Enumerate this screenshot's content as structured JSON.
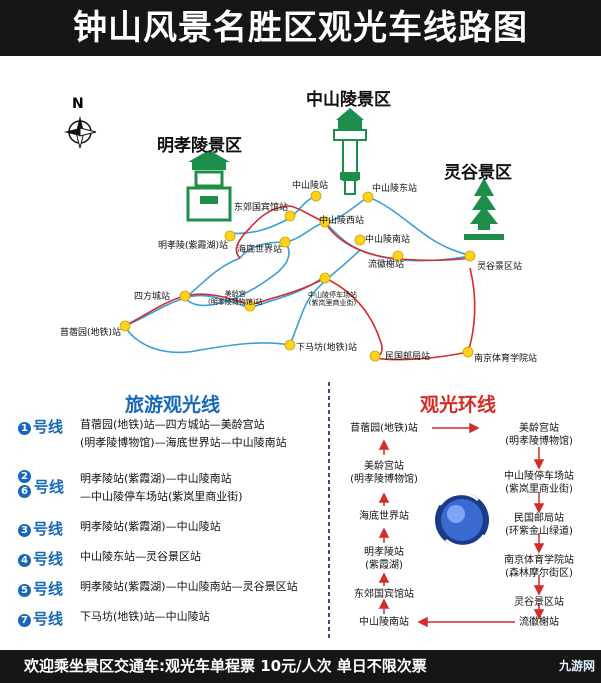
{
  "title": "钟山风景名胜区观光车线路图",
  "north_label": "N",
  "areas": {
    "mingxiaoling": "明孝陵景区",
    "zhongshanling": "中山陵景区",
    "linggu": "灵谷景区"
  },
  "stations": {
    "zhongshanling": "中山陵站",
    "zhongshanling_east": "中山陵东站",
    "dongjiao": "东郊国宾馆站",
    "zhongshanling_west": "中山陵西站",
    "mingxiaoling_zixia": "明孝陵(紫霞湖)站",
    "haidi": "海底世界站",
    "zhongshanling_south": "中山陵南站",
    "liuhuixie": "流徽榭站",
    "lingguvalley": "灵谷景区站",
    "sifangcheng": "四方城站",
    "meiling": "美龄宫\n(明孝陵博物馆)站",
    "parking": "中山陵停车场站\n(紫岚里商业街)",
    "xumaofang": "下马坊(地铁)站",
    "minguo_post": "民国邮局站",
    "nanjing_sports": "南京体育学院站",
    "shouxuyuan": "苜蓿园(地铁)站"
  },
  "tour_title": "旅游观光线",
  "loop_title": "观光环线",
  "routes": [
    {
      "num": "1",
      "suffix": "号线",
      "lines": [
        "苜蓿园(地铁)站—四方城站—美龄宫站",
        "(明孝陵博物馆)—海底世界站—中山陵南站"
      ]
    },
    {
      "num": "2\n6",
      "suffix": "号线",
      "lines": [
        "明孝陵站(紫霞湖)—中山陵南站",
        "—中山陵停车场站(紫岚里商业街)"
      ]
    },
    {
      "num": "3",
      "suffix": "号线",
      "lines": [
        "明孝陵站(紫霞湖)—中山陵站"
      ]
    },
    {
      "num": "4",
      "suffix": "号线",
      "lines": [
        "中山陵东站—灵谷景区站"
      ]
    },
    {
      "num": "5",
      "suffix": "号线",
      "lines": [
        "明孝陵站(紫霞湖)—中山陵南站—灵谷景区站"
      ]
    },
    {
      "num": "7",
      "suffix": "号线",
      "lines": [
        "下马坊(地铁)站—中山陵站"
      ]
    }
  ],
  "loop": {
    "left": [
      "苜蓿园(地铁)站",
      "美龄宫站\n(明孝陵博物馆)",
      "海底世界站",
      "明孝陵站\n(紫霞湖)",
      "东郊国宾馆站",
      "中山陵南站"
    ],
    "right": [
      "美龄宫站\n(明孝陵博物馆)",
      "中山陵停车场站\n(紫岚里商业街)",
      "民国邮局站\n(环紫金山绿道)",
      "南京体育学院站\n(森林摩尔街区)",
      "灵谷景区站",
      "流徽榭站"
    ]
  },
  "footer": "欢迎乘坐景区交通车:观光车单程票 10元/人次   单日不限次票",
  "watermark": "九游网",
  "colors": {
    "blue_line": "#3a9fd6",
    "red_line": "#d42b2b",
    "station_dot": "#ffd21a",
    "green_building": "#1e8f4a",
    "title_bg": "#161616",
    "route_blue": "#1668b8"
  }
}
